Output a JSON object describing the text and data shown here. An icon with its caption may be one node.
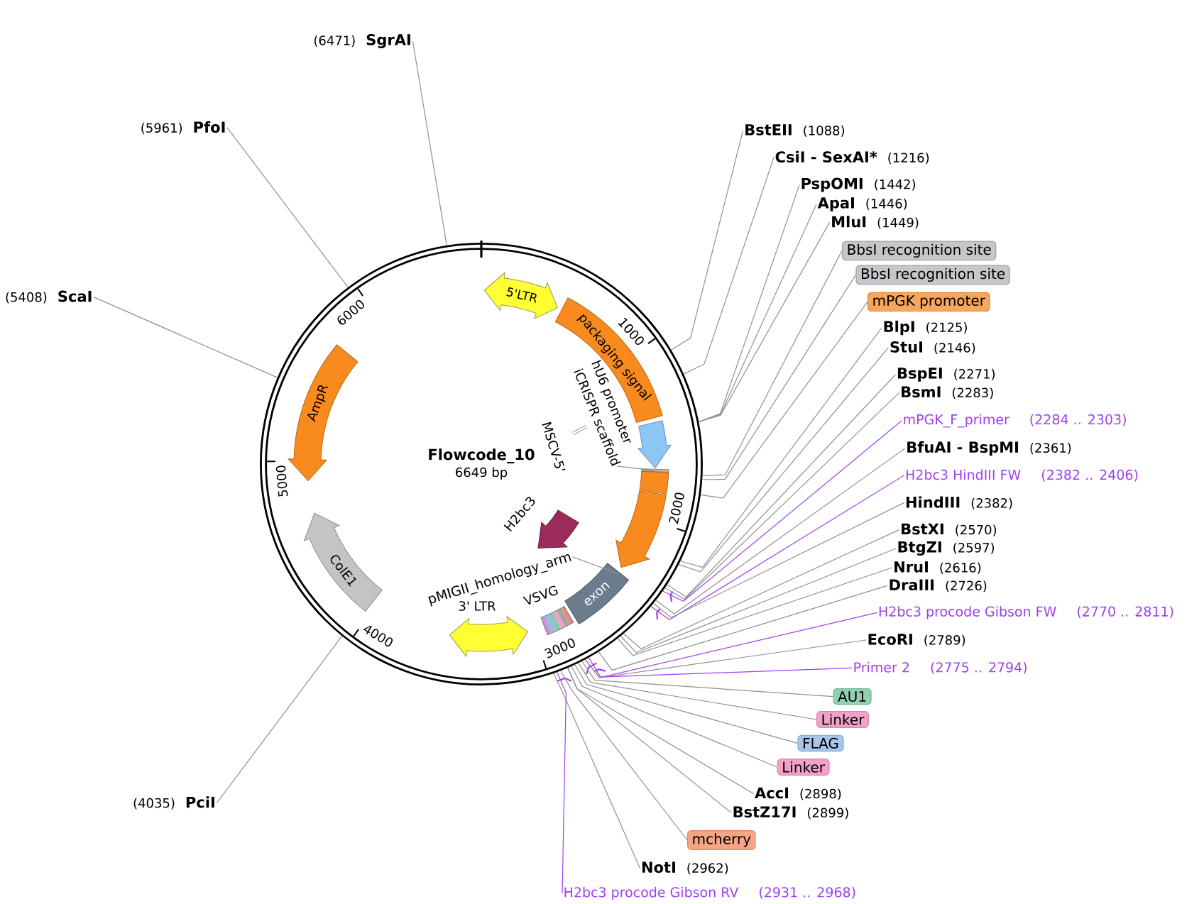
{
  "diagram": {
    "nodes": [
      {
        "text": [
          "Flowcode_10",
          "6649 bp"
        ]
      },
      {
        "text": [
          "5'LTR"
        ],
        "in": 0
      },
      {
        "text": [
          "packaging signal"
        ],
        "in": 0
      },
      {
        "text": [],
        "shape": "arrow",
        "in": 0,
        "beside": [
          "hU6 promoter"
        ]
      },
      {
        "text": [
          "iCRISPR scaffold"
        ],
        "in": 0
      },
      {
        "text": [],
        "shape": "bar",
        "in": 0
      },
      {
        "text": [],
        "shape": "bar",
        "in": 0
      },
      {
        "text": [],
        "shape": "arrow",
        "in": 0
      },
      {
        "text": [],
        "shape": "arrow",
        "in": 0,
        "beside": [
          "H2bc3"
        ]
      },
      {
        "text": [
          "pMIGII_homology_arm"
        ],
        "in": 0
      },
      {
        "text": [
          "exon"
        ],
        "in": 0
      },
      {
        "text": [],
        "shape": "bar",
        "in": 0
      },
      {
        "text": [],
        "shape": "arrow",
        "in": 0,
        "beside": [
          "3' LTR"
        ]
      },
      {
        "text": [
          "ColE1"
        ],
        "in": 0
      },
      {
        "text": [
          "AmpR"
        ],
        "in": 0
      },
      {
        "text": [
          "(6471)",
          "SgrAI"
        ]
      },
      {
        "text": [
          "(5961)",
          "PfoI"
        ]
      },
      {
        "text": [
          "(5408)",
          "ScaI"
        ]
      },
      {
        "text": [
          "(4035)",
          "PciI"
        ]
      },
      {
        "text": [
          "BstEII",
          "(1088)"
        ]
      },
      {
        "text": [
          "CsiI - SexAI*",
          "(1216)"
        ]
      },
      {
        "text": [
          "PspOMI",
          "(1442)"
        ]
      },
      {
        "text": [
          "ApaI",
          "(1446)"
        ]
      },
      {
        "text": [
          "MluI",
          "(1449)"
        ]
      },
      {
        "text": [
          "BbsI recognition site"
        ]
      },
      {
        "text": [
          "BbsI recognition site"
        ]
      },
      {
        "text": [
          "mPGK promoter"
        ]
      },
      {
        "text": [
          "BlpI",
          "(2125)"
        ]
      },
      {
        "text": [
          "StuI",
          "(2146)"
        ]
      },
      {
        "text": [
          "BspEI",
          "(2271)"
        ]
      },
      {
        "text": [
          "BsmI",
          "(2283)"
        ]
      },
      {
        "text": [
          "mPGK_F_primer",
          "(2284 .. 2303)"
        ]
      },
      {
        "text": [
          "BfuAI - BspMI",
          "(2361)"
        ]
      },
      {
        "text": [
          "H2bc3 HindIII FW",
          "(2382 .. 2406)"
        ]
      },
      {
        "text": [
          "HindIII",
          "(2382)"
        ]
      },
      {
        "text": [
          "BstXI",
          "(2570)"
        ]
      },
      {
        "text": [
          "BtgZI",
          "(2597)"
        ]
      },
      {
        "text": [
          "NruI",
          "(2616)"
        ]
      },
      {
        "text": [
          "DraIII",
          "(2726)"
        ]
      },
      {
        "text": [
          "H2bc3 procode Gibson FW",
          "(2770 .. 2811)"
        ]
      },
      {
        "text": [
          "EcoRI",
          "(2789)"
        ]
      },
      {
        "text": [
          "Primer 2",
          "(2775 .. 2794)"
        ]
      },
      {
        "text": [
          "AU1"
        ]
      },
      {
        "text": [
          "Linker"
        ]
      },
      {
        "text": [
          "FLAG"
        ]
      },
      {
        "text": [
          "Linker"
        ]
      },
      {
        "text": [
          "AccI",
          "(2898)"
        ]
      },
      {
        "text": [
          "BstZ17I",
          "(2899)"
        ]
      },
      {
        "text": [
          "mcherry"
        ]
      },
      {
        "text": [
          "NotI",
          "(2962)"
        ]
      },
      {
        "text": [
          "H2bc3 procode Gibson RV",
          "(2931 .. 2968)"
        ]
      }
    ],
    "edges": [
      {
        "from": 4,
        "to": 5,
        "arrow": "none"
      },
      {
        "from": 9,
        "to": 10,
        "arrow": "none"
      },
      {
        "from": 15,
        "to": 0,
        "arrow": "none"
      },
      {
        "from": 16,
        "to": 0,
        "arrow": "none"
      },
      {
        "from": 17,
        "to": 0,
        "arrow": "none"
      },
      {
        "from": 18,
        "to": 0,
        "arrow": "none"
      },
      {
        "from": 19,
        "to": 0,
        "arrow": "none"
      },
      {
        "from": 20,
        "to": 0,
        "arrow": "none"
      },
      {
        "from": 21,
        "to": 0,
        "arrow": "none"
      },
      {
        "from": 22,
        "to": 0,
        "arrow": "none"
      },
      {
        "from": 23,
        "to": 0,
        "arrow": "none"
      },
      {
        "from": 24,
        "to": 0,
        "arrow": "none"
      },
      {
        "from": 25,
        "to": 0,
        "arrow": "none"
      },
      {
        "from": 26,
        "to": 0,
        "arrow": "none"
      },
      {
        "from": 27,
        "to": 0,
        "arrow": "none"
      },
      {
        "from": 28,
        "to": 0,
        "arrow": "none"
      },
      {
        "from": 29,
        "to": 0,
        "arrow": "none"
      },
      {
        "from": 30,
        "to": 0,
        "arrow": "none"
      },
      {
        "from": 31,
        "to": 0,
        "arrow": "none",
        "color": "#a040f0"
      },
      {
        "from": 32,
        "to": 0,
        "arrow": "none"
      },
      {
        "from": 33,
        "to": 0,
        "arrow": "none",
        "color": "#a040f0"
      },
      {
        "from": 34,
        "to": 0,
        "arrow": "none"
      },
      {
        "from": 35,
        "to": 0,
        "arrow": "none"
      },
      {
        "from": 36,
        "to": 0,
        "arrow": "none"
      },
      {
        "from": 37,
        "to": 0,
        "arrow": "none"
      },
      {
        "from": 38,
        "to": 0,
        "arrow": "none"
      },
      {
        "from": 39,
        "to": 0,
        "arrow": "none",
        "color": "#a040f0"
      },
      {
        "from": 40,
        "to": 0,
        "arrow": "none"
      },
      {
        "from": 41,
        "to": 0,
        "arrow": "none",
        "color": "#a040f0"
      },
      {
        "from": 42,
        "to": 0,
        "arrow": "none"
      },
      {
        "from": 43,
        "to": 0,
        "arrow": "none"
      },
      {
        "from": 44,
        "to": 0,
        "arrow": "none"
      },
      {
        "from": 45,
        "to": 0,
        "arrow": "none"
      },
      {
        "from": 46,
        "to": 0,
        "arrow": "none"
      },
      {
        "from": 47,
        "to": 0,
        "arrow": "none"
      },
      {
        "from": 48,
        "to": 0,
        "arrow": "none"
      },
      {
        "from": 49,
        "to": 0,
        "arrow": "none"
      },
      {
        "from": 50,
        "to": 0,
        "arrow": "none",
        "color": "#a040f0"
      }
    ],
    "labels": [
      "1000",
      "2000",
      "3000",
      "4000",
      "5000",
      "6000",
      "MSCV-5'",
      "VSVG"
    ]
  }
}
